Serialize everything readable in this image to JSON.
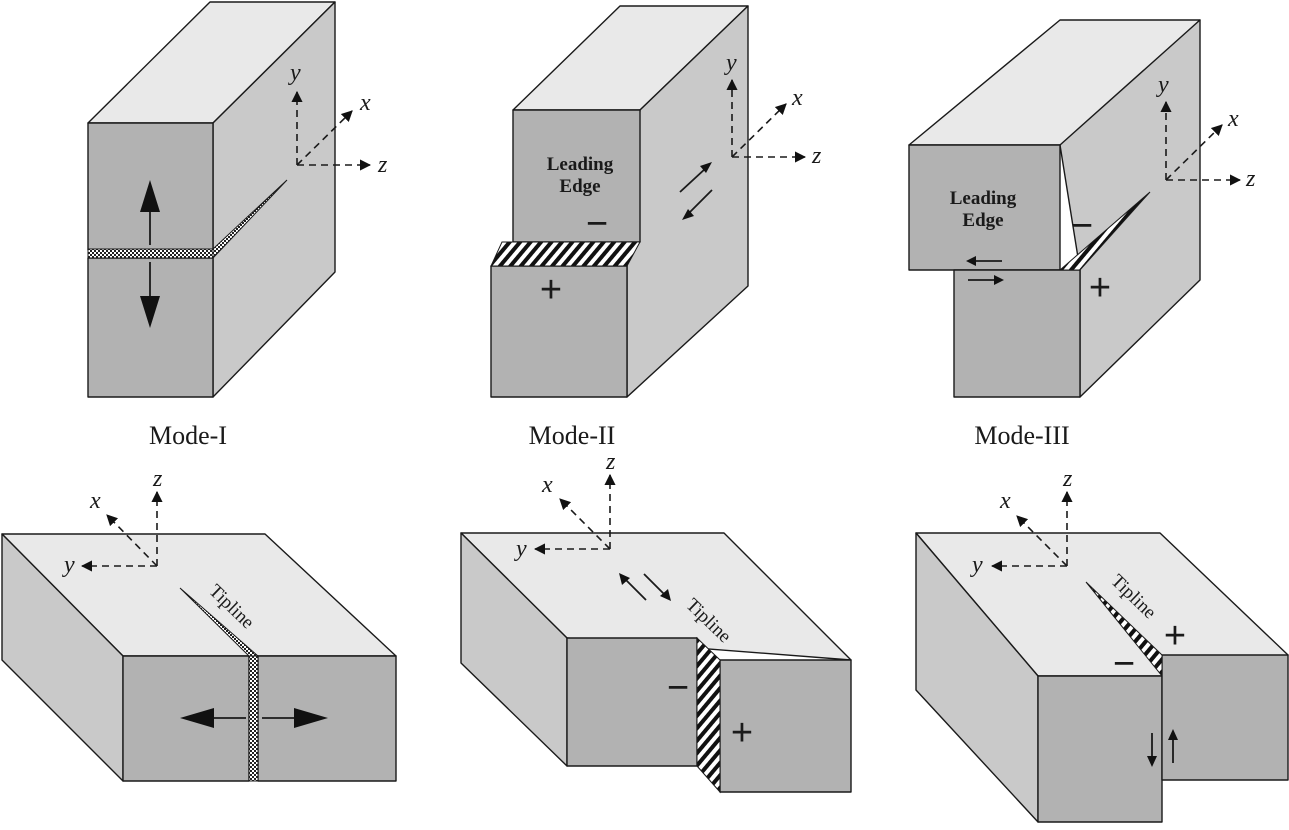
{
  "modes": {
    "mode1": "Mode-I",
    "mode2": "Mode-II",
    "mode3": "Mode-III"
  },
  "axes": {
    "x": "x",
    "y": "y",
    "z": "z"
  },
  "leading_edge": {
    "line1": "Leading",
    "line2": "Edge"
  },
  "tipline": "Tipline",
  "signs": {
    "minus": "−",
    "plus": "+"
  },
  "colors": {
    "front_face": "#b2b2b2",
    "top_face": "#e9e9e9",
    "side_face": "#c9c9c9",
    "ink": "#1a1a1a"
  }
}
